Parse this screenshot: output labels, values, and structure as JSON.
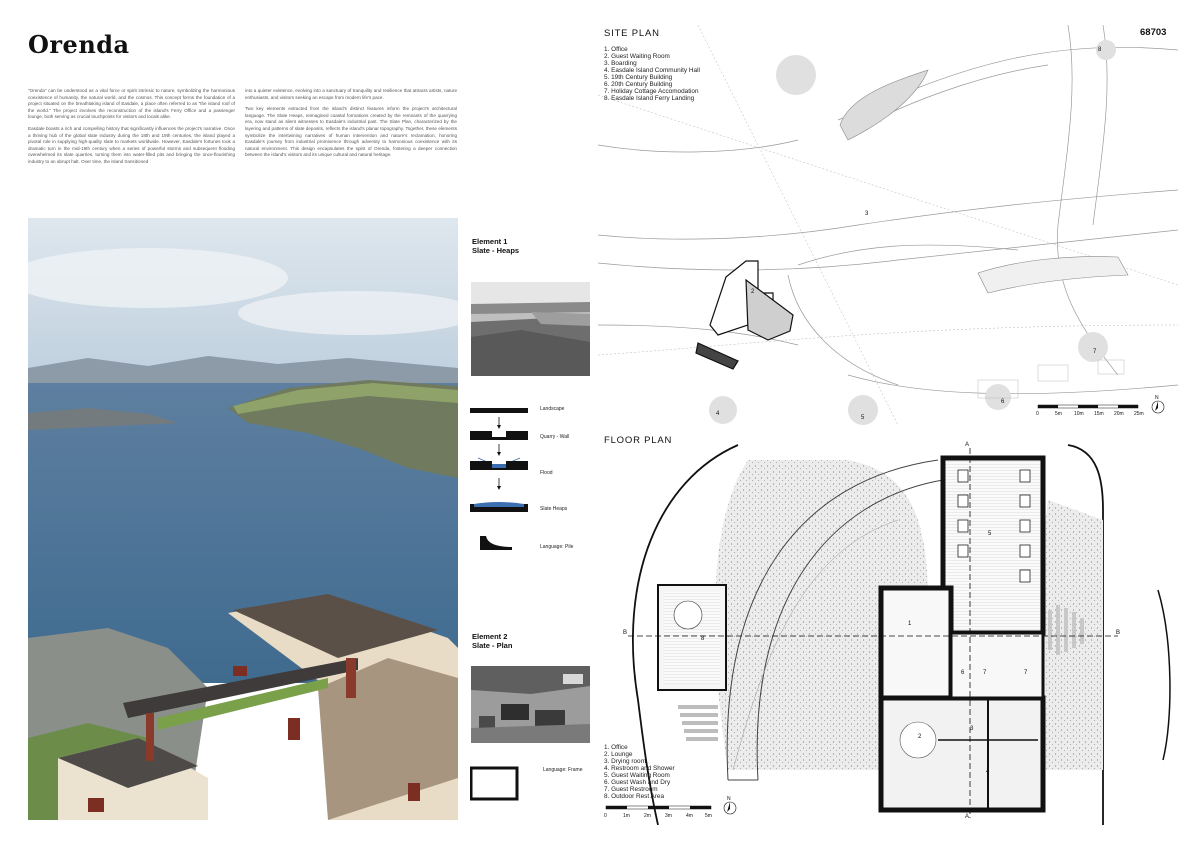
{
  "title": "Orenda",
  "project_number": "68703",
  "intro": {
    "paragraphs": [
      "\"Orenda\" can be understood as a vital force or spirit intrinsic to nature, symbolizing the harmonious coexistence of humanity, the natural world, and the cosmos. This concept forms the foundation of a project situated on the breathtaking island of Easdale, a place often referred to as \"the island roof of the world.\" The project involves the reconstruction of the island's Ferry Office and a passenger lounge, both serving as crucial touchpoints for visitors and locals alike.",
      "Easdale boasts a rich and compelling history that significantly influences the project's narrative. Once a thriving hub of the global slate industry during the 18th and 19th centuries, the island played a pivotal role in supplying high-quality slate to markets worldwide. However, Easdale's fortunes took a dramatic turn in the mid-19th century when a series of powerful storms and subsequent flooding overwhelmed its slate quarries, turning them into water-filled pits and bringing the once-flourishing industry to an abrupt halt. Over time, the island transitioned",
      "into a quieter existence, evolving into a sanctuary of tranquility and resilience that attracts artists, nature enthusiasts, and visitors seeking an escape from modern life's pace.",
      "Two key elements extracted from the island's distinct features inform the project's architectural language. The Slate Heaps, reimagined coastal formations created by the remnants of the quarrying era, now stand as silent witnesses to Easdale's industrial past. The Slate Plan, characterized by the layering and patterns of slate deposits, reflects the island's planar topography. Together, these elements symbolize the intertwining narratives of human intervention and nature's reclamation, honoring Easdale's journey from industrial prominence through adversity to harmonious coexistence with its natural environment. This design encapsulates the spirit of Orenda, fostering a deeper connection between the island's visitors and its unique cultural and natural heritage."
    ]
  },
  "element1": {
    "heading_line1": "Element 1",
    "heading_line2": "Slate - Heaps",
    "diagram_labels": [
      "Landscape",
      "Quarry - Wall",
      "Flood",
      "Slate Heaps",
      "Language: Pile"
    ]
  },
  "element2": {
    "heading_line1": "Element 2",
    "heading_line2": "Slate - Plan",
    "diagram_label": "Language: Frame"
  },
  "site_plan": {
    "title": "SITE PLAN",
    "legend": [
      "1. Office",
      "2. Guest Waiting Room",
      "3. Boarding",
      "4. Easdale Island Community Hall",
      "5. 19th Century Building",
      "6. 20th Century Building",
      "7. Holiday Cottage Accomodation",
      "8. Easdale Island Ferry Landing"
    ],
    "markers": [
      "2",
      "3",
      "4",
      "5",
      "6",
      "7",
      "8"
    ],
    "scale_labels": [
      "0",
      "5m",
      "10m",
      "15m",
      "20m",
      "25m"
    ],
    "north": "N"
  },
  "floor_plan": {
    "title": "FLOOR PLAN",
    "legend": [
      "1. Office",
      "2. Lounge",
      "3. Drying room",
      "4. Restroom and Shower",
      "5. Guest Waiting Room",
      "6. Guest Wash and Dry",
      "7. Guest Restroom",
      "8. Outdoor Rest Area"
    ],
    "room_numbers": [
      "1",
      "2",
      "3",
      "4",
      "5",
      "6",
      "7",
      "7",
      "8"
    ],
    "section_labels": [
      "A",
      "A",
      "B",
      "B"
    ],
    "scale_labels": [
      "0",
      "1m",
      "2m",
      "3m",
      "4m",
      "5m"
    ],
    "north": "N"
  }
}
